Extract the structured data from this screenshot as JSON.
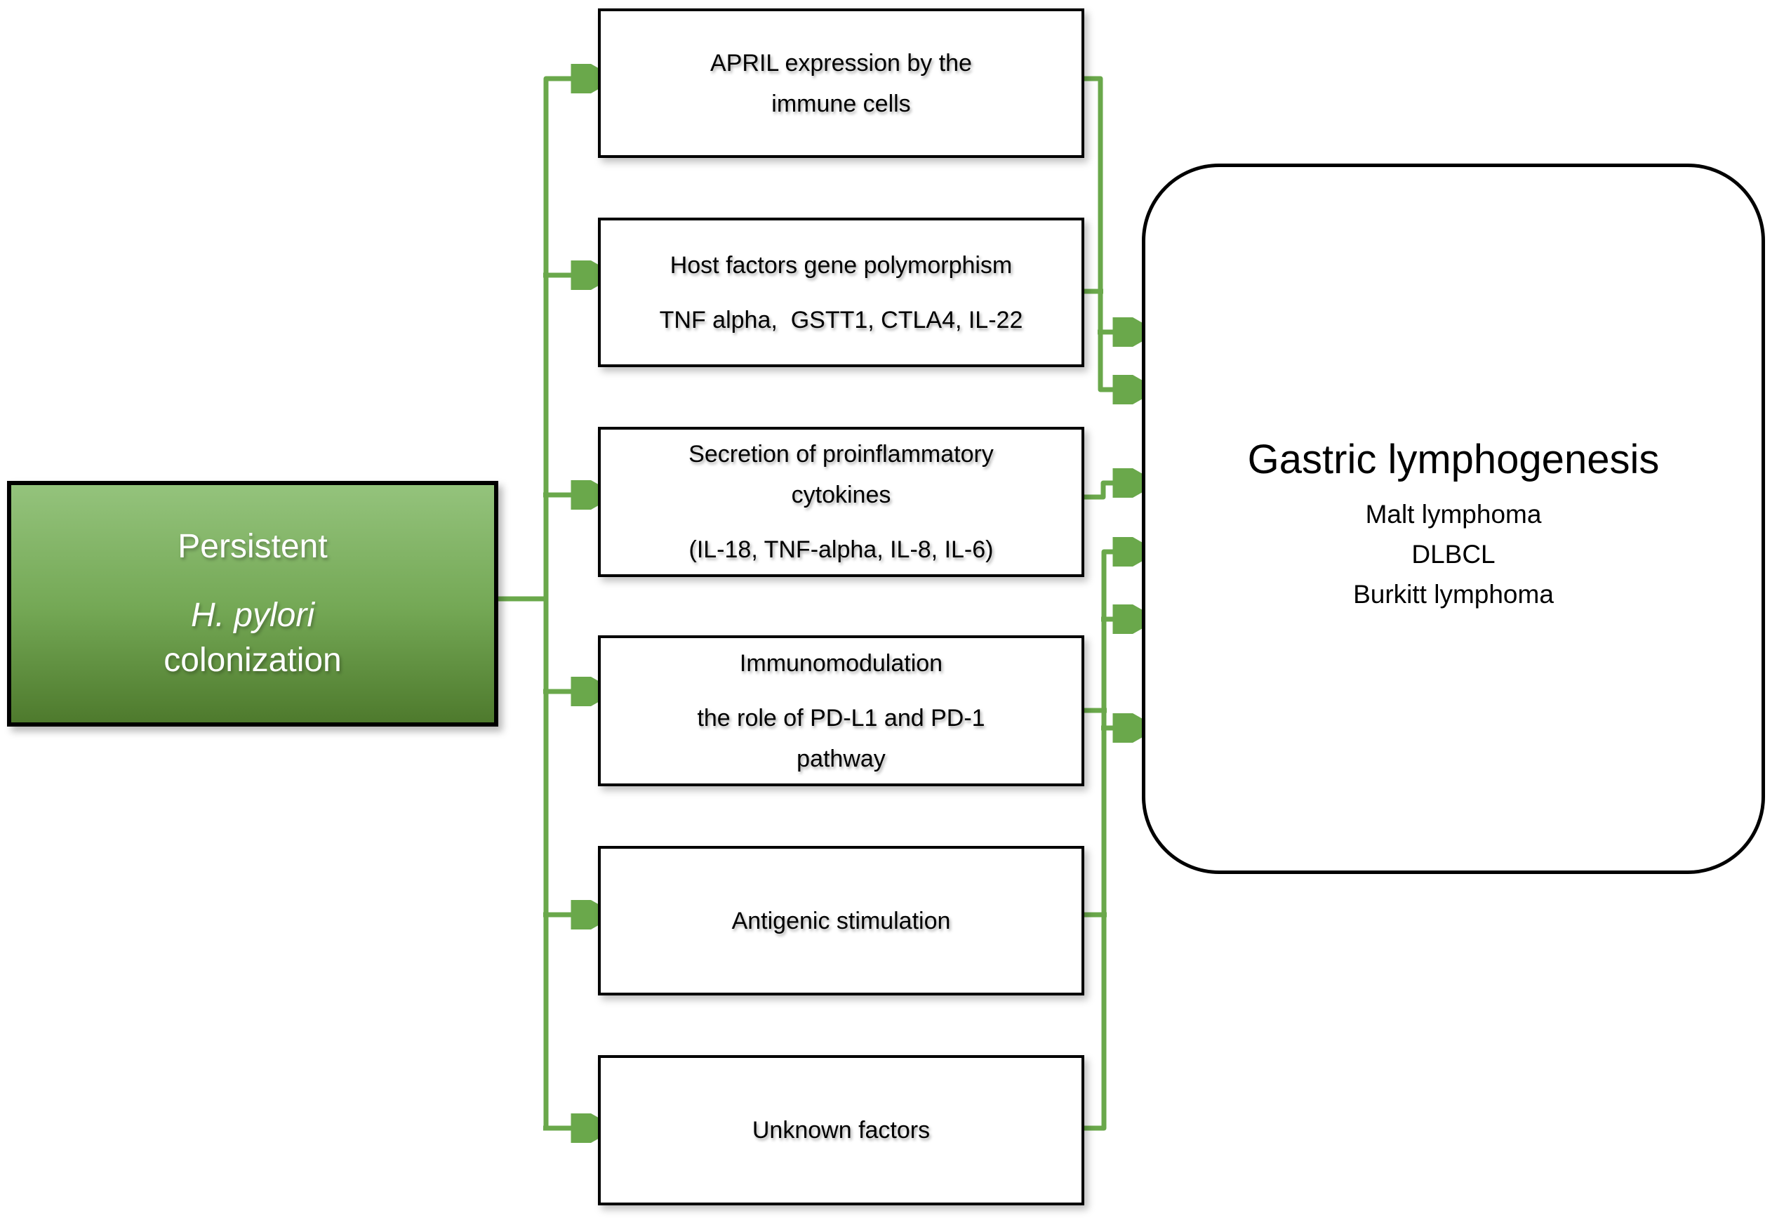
{
  "colors": {
    "arrow_green": "#6aa84b",
    "source_gradient_top": "#94c37c",
    "source_gradient_bottom": "#4e7a2d",
    "box_border": "#000000",
    "box_fill": "#ffffff",
    "source_text": "#ffffff",
    "text": "#000000"
  },
  "source_box": {
    "line1": "Persistent",
    "line2": "H. pylori",
    "line3": "colonization"
  },
  "factor_boxes": [
    {
      "id": "april-expression",
      "top": [
        "APRIL expression by the",
        "immune cells"
      ],
      "bottom": []
    },
    {
      "id": "host-factors-gene-polymorphism",
      "top": [
        "Host factors gene polymorphism"
      ],
      "bottom": [
        "TNF alpha,  GSTT1, CTLA4, IL-22"
      ]
    },
    {
      "id": "proinflammatory-cytokines",
      "top": [
        "Secretion of proinflammatory",
        "cytokines"
      ],
      "bottom": [
        "(IL-18, TNF-alpha, IL-8, IL-6)"
      ]
    },
    {
      "id": "immunomodulation-pd-l1-pd-1",
      "top": [
        "Immunomodulation"
      ],
      "bottom": [
        "the role of PD-L1 and PD-1",
        "pathway"
      ]
    },
    {
      "id": "antigenic-stimulation",
      "top": [
        "Antigenic stimulation"
      ],
      "bottom": []
    },
    {
      "id": "unknown-factors",
      "top": [
        "Unknown factors"
      ],
      "bottom": []
    }
  ],
  "outcome_box": {
    "title": "Gastric lymphogenesis",
    "subtypes": [
      "Malt lymphoma",
      "DLBCL",
      "Burkitt lymphoma"
    ]
  },
  "connections": [
    {
      "from": "persistent-h-pylori-colonization",
      "to": "april-expression"
    },
    {
      "from": "persistent-h-pylori-colonization",
      "to": "host-factors-gene-polymorphism"
    },
    {
      "from": "persistent-h-pylori-colonization",
      "to": "proinflammatory-cytokines"
    },
    {
      "from": "persistent-h-pylori-colonization",
      "to": "immunomodulation-pd-l1-pd-1"
    },
    {
      "from": "persistent-h-pylori-colonization",
      "to": "antigenic-stimulation"
    },
    {
      "from": "persistent-h-pylori-colonization",
      "to": "unknown-factors"
    },
    {
      "from": "april-expression",
      "to": "gastric-lymphogenesis"
    },
    {
      "from": "host-factors-gene-polymorphism",
      "to": "gastric-lymphogenesis"
    },
    {
      "from": "proinflammatory-cytokines",
      "to": "gastric-lymphogenesis"
    },
    {
      "from": "immunomodulation-pd-l1-pd-1",
      "to": "gastric-lymphogenesis"
    },
    {
      "from": "antigenic-stimulation",
      "to": "gastric-lymphogenesis"
    },
    {
      "from": "unknown-factors",
      "to": "gastric-lymphogenesis"
    }
  ]
}
